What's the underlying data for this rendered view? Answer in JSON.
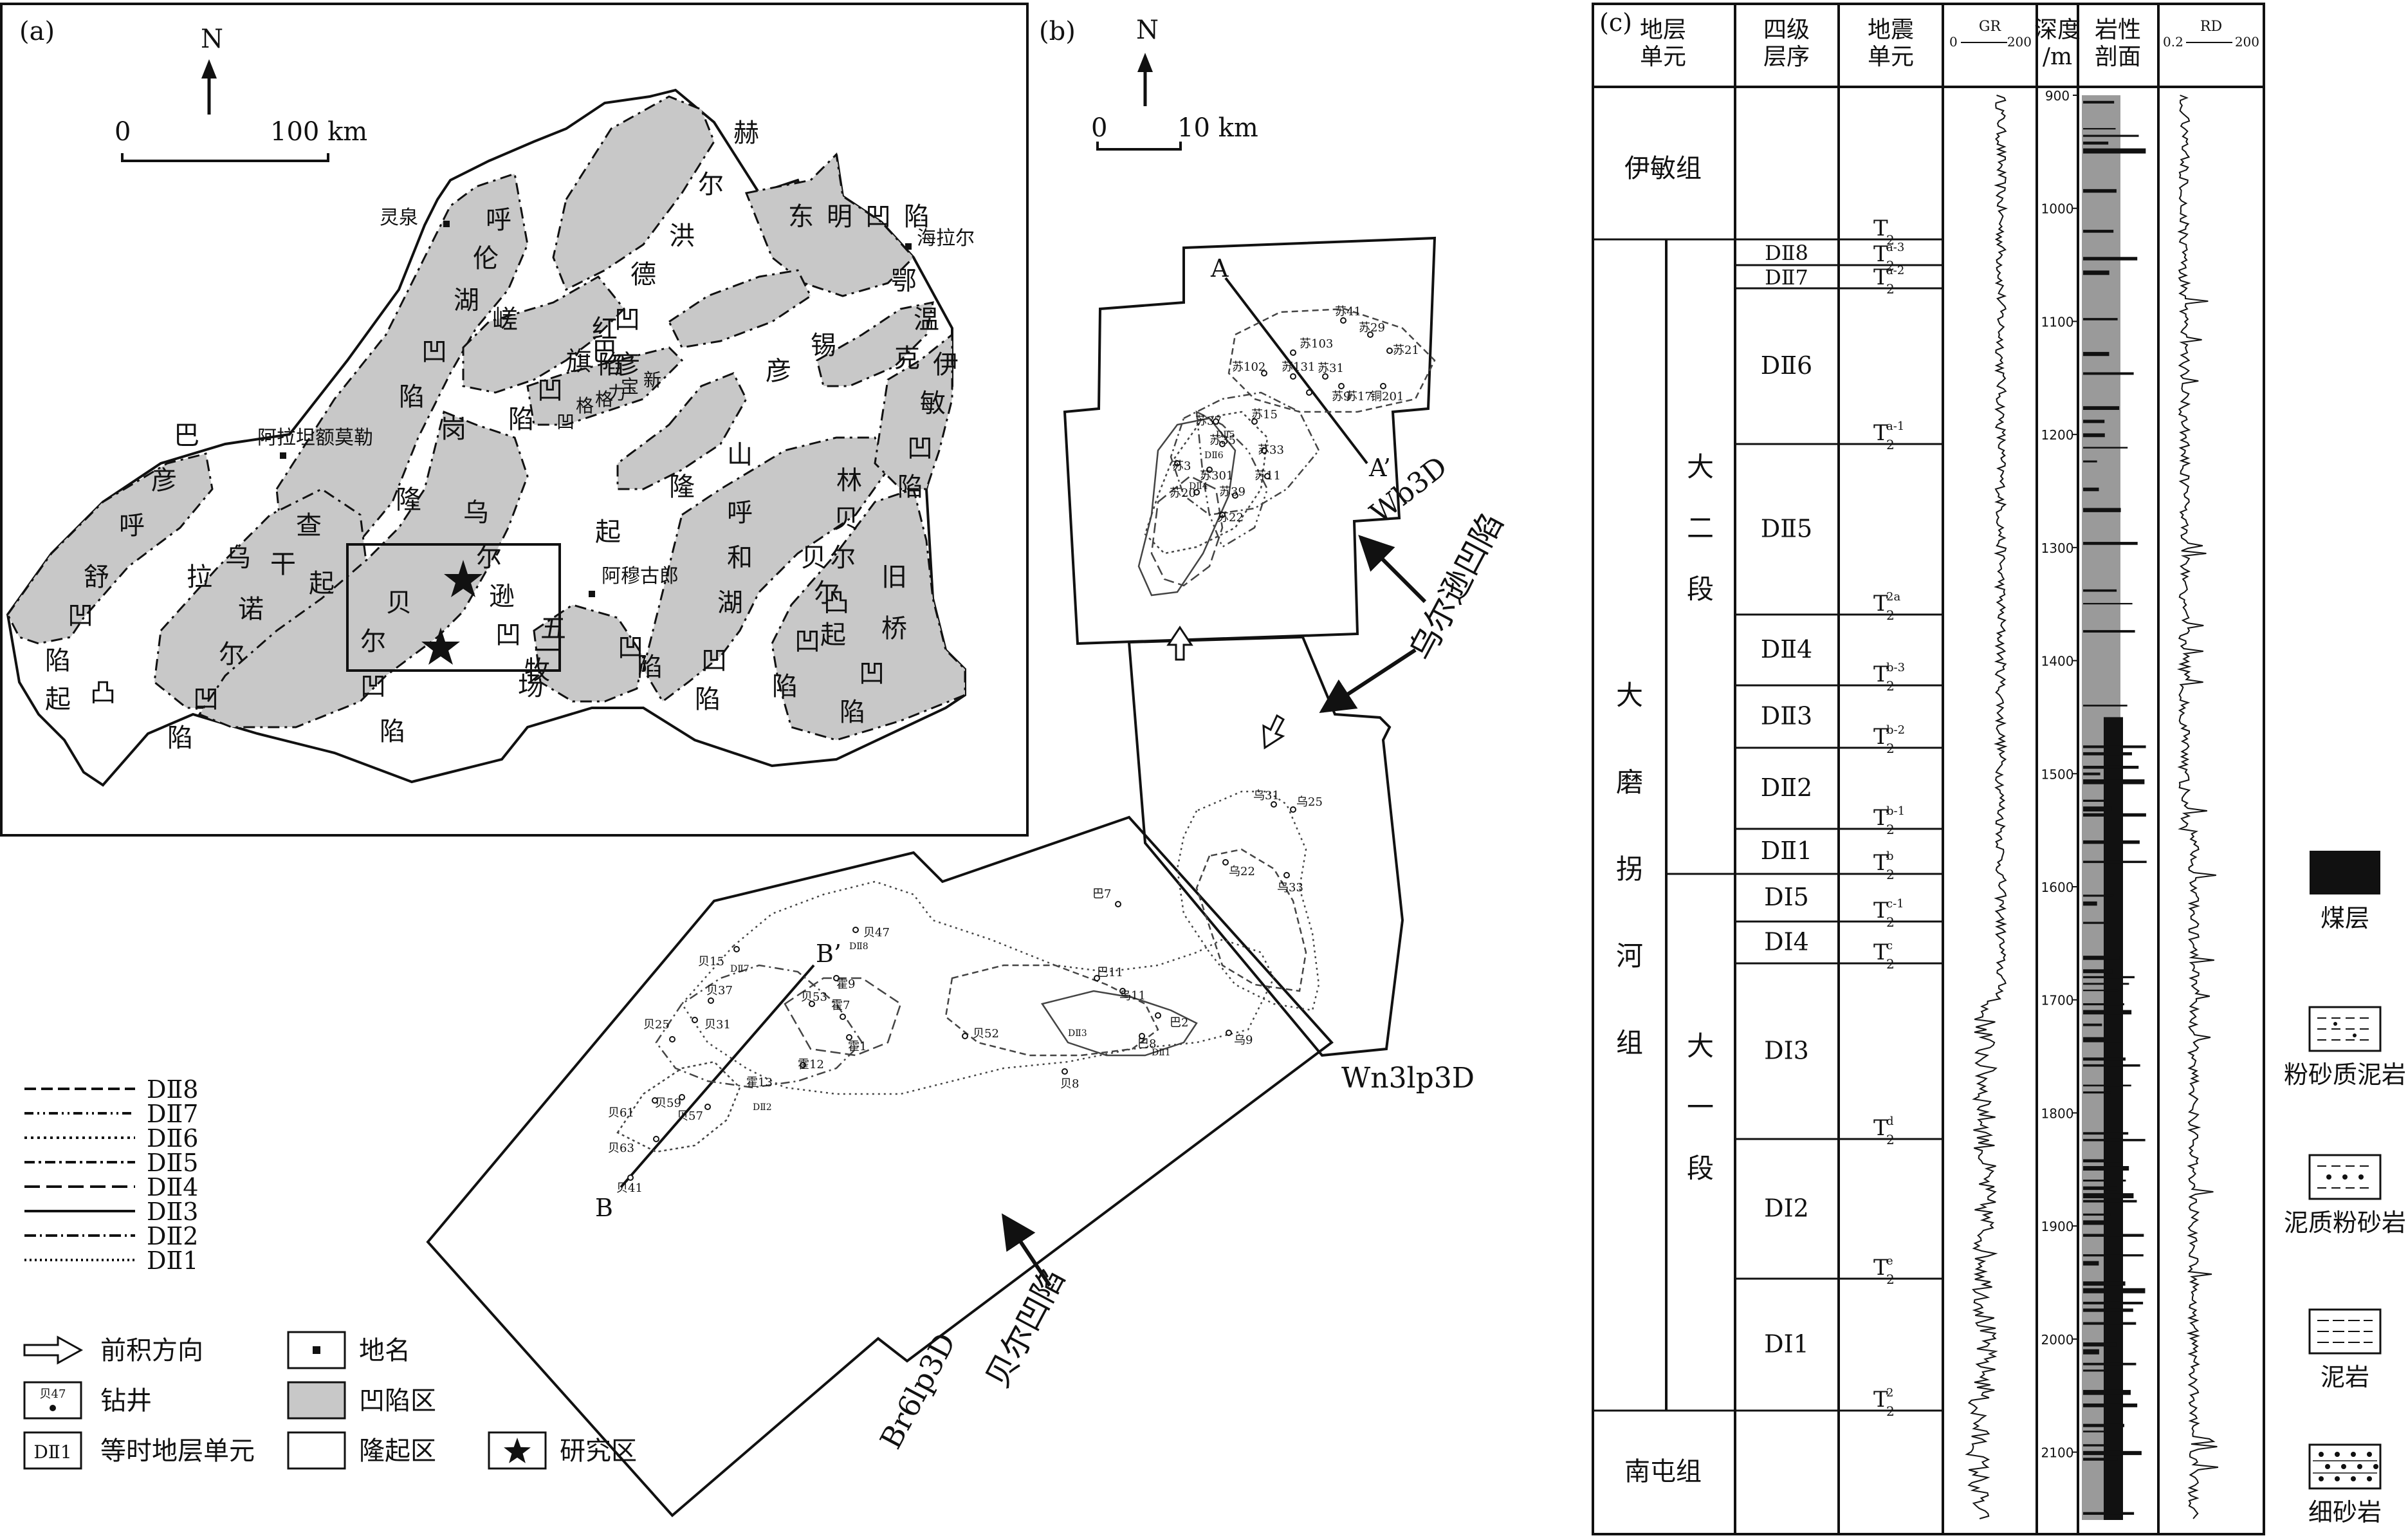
{
  "panels": {
    "a": {
      "tag": "(a)",
      "north": "N",
      "scale": {
        "zero": "0",
        "len": "100 km"
      }
    },
    "b": {
      "tag": "(b)",
      "north": "N",
      "scale": {
        "zero": "0",
        "len": "10 km"
      }
    },
    "c": {
      "tag": "(c)"
    }
  },
  "map_a": {
    "places": [
      "灵泉",
      "海拉尔",
      "阿拉坦额莫勒",
      "阿穆古郎"
    ],
    "basin_chars": [
      [
        "赫",
        "尔",
        "洪",
        "德",
        "凹",
        "陷"
      ],
      [
        "东",
        "明",
        "凹",
        "陷"
      ],
      [
        "巴",
        "彦",
        "呼",
        "舒",
        "凹",
        "陷"
      ],
      [
        "呼",
        "伦",
        "湖",
        "凹",
        "陷"
      ],
      [
        "红",
        "旗",
        "凹",
        "陷"
      ],
      [
        "查",
        "干",
        "诺",
        "尔",
        "凹",
        "陷"
      ],
      [
        "贝",
        "尔",
        "凹",
        "陷"
      ],
      [
        "乌",
        "尔",
        "逊",
        "凹",
        "陷"
      ],
      [
        "呼",
        "和",
        "湖",
        "凹",
        "陷"
      ],
      [
        "贝",
        "尔",
        "凹",
        "陷"
      ],
      [
        "伊",
        "敏",
        "凹",
        "陷"
      ],
      [
        "旧",
        "桥",
        "凹",
        "陷"
      ],
      [
        "鄂",
        "温",
        "克"
      ],
      [
        "五",
        "一",
        "牧",
        "场",
        "凹",
        "陷"
      ]
    ],
    "uplift_chars": [
      "嵯",
      "岗",
      "隆",
      "起",
      "乌",
      "拉",
      "凸",
      "起",
      "彦",
      "山",
      "隆",
      "起",
      "锡",
      "林",
      "贝",
      "尔",
      "凸",
      "起",
      "巴",
      "彦"
    ],
    "small_labels": [
      "新",
      "宝",
      "力",
      "格",
      "格",
      "凹"
    ]
  },
  "legend": {
    "lines": [
      "DⅡ8",
      "DⅡ7",
      "DⅡ6",
      "DⅡ5",
      "DⅡ4",
      "DⅡ3",
      "DⅡ2",
      "DⅡ1"
    ],
    "items": [
      {
        "key": "arrow",
        "label": "前积方向"
      },
      {
        "key": "place",
        "label": "地名"
      },
      {
        "key": "well",
        "label": "钻井",
        "sample": "贝47"
      },
      {
        "key": "depression",
        "label": "凹陷区"
      },
      {
        "key": "unit",
        "label": "等时地层单元",
        "sample": "DⅡ1"
      },
      {
        "key": "uplift",
        "label": "隆起区"
      },
      {
        "key": "star",
        "label": "研究区"
      }
    ]
  },
  "map_b": {
    "survey_names": [
      "Wb3D",
      "Wn3lp3D",
      "Br6lp3D"
    ],
    "depressions": [
      "乌尔逊凹陷",
      "贝尔凹陷"
    ],
    "section_ends": [
      "A",
      "A’",
      "B",
      "B’"
    ],
    "wells_north": [
      "苏41",
      "苏29",
      "苏103",
      "苏21",
      "苏102",
      "苏131",
      "苏31",
      "苏9",
      "苏17",
      "铜201",
      "苏37",
      "苏15",
      "苏35",
      "苏33",
      "苏3",
      "苏301",
      "苏11",
      "苏20",
      "苏39",
      "苏22"
    ],
    "wells_middle": [
      "乌31",
      "乌25",
      "乌22",
      "乌33",
      "巴7",
      "巴11",
      "乌11",
      "巴2",
      "巴8",
      "乌9",
      "贝8",
      "贝52"
    ],
    "wells_south": [
      "贝47",
      "霍9",
      "贝15",
      "贝53",
      "霍7",
      "霍1",
      "霍12",
      "霍13",
      "贝37",
      "贝31",
      "贝25",
      "贝59",
      "贝61",
      "贝57",
      "贝63",
      "贝41"
    ],
    "unit_tags": [
      "DⅡ8",
      "DⅡ7",
      "DⅡ6",
      "DⅡ5",
      "DⅡ4",
      "DⅡ3",
      "DⅡ2",
      "DⅡ1"
    ]
  },
  "column": {
    "headers": [
      [
        "地层",
        "单元"
      ],
      [
        "四级",
        "层序"
      ],
      [
        "地震",
        "单元"
      ],
      [
        "GR"
      ],
      [
        "深度",
        "/m"
      ],
      [
        "岩性",
        "剖面"
      ],
      [
        "RD"
      ]
    ],
    "gr_scale": {
      "min": "0",
      "max": "200"
    },
    "rd_scale": {
      "min": "0.2",
      "max": "200"
    },
    "formations": [
      "伊敏组",
      "大磨拐河组",
      "南屯组"
    ],
    "members": [
      "大二段",
      "大一段"
    ],
    "sequences": [
      "DⅡ8",
      "DⅡ7",
      "DⅡ6",
      "DⅡ5",
      "DⅡ4",
      "DⅡ3",
      "DⅡ2",
      "DⅡ1",
      "DⅠ5",
      "DⅠ4",
      "DⅠ3",
      "DⅠ2",
      "DⅠ1"
    ],
    "seismic": [
      {
        "base": "T",
        "sub": "2",
        "sup": ""
      },
      {
        "base": "T",
        "sub": "2",
        "sup": "a-3"
      },
      {
        "base": "T",
        "sub": "2",
        "sup": "a-2"
      },
      {
        "base": "T",
        "sub": "2",
        "sup": "a-1"
      },
      {
        "base": "T",
        "sub": "2",
        "sup": "2a"
      },
      {
        "base": "T",
        "sub": "2",
        "sup": "b-3"
      },
      {
        "base": "T",
        "sub": "2",
        "sup": "b-2"
      },
      {
        "base": "T",
        "sub": "2",
        "sup": "b-1"
      },
      {
        "base": "T",
        "sub": "2",
        "sup": "b"
      },
      {
        "base": "T",
        "sub": "2",
        "sup": "c-1"
      },
      {
        "base": "T",
        "sub": "2",
        "sup": "c"
      },
      {
        "base": "T",
        "sub": "2",
        "sup": "d"
      },
      {
        "base": "T",
        "sub": "2",
        "sup": "e"
      },
      {
        "base": "T",
        "sub": "2",
        "sup": "2"
      }
    ],
    "depths": [
      "900",
      "1000",
      "1100",
      "1200",
      "1300",
      "1400",
      "1500",
      "1600",
      "1700",
      "1800",
      "1900",
      "2000",
      "2100"
    ],
    "lith_legend": [
      "煤层",
      "粉砂质泥岩",
      "泥质粉砂岩",
      "泥岩",
      "细砂岩"
    ]
  }
}
